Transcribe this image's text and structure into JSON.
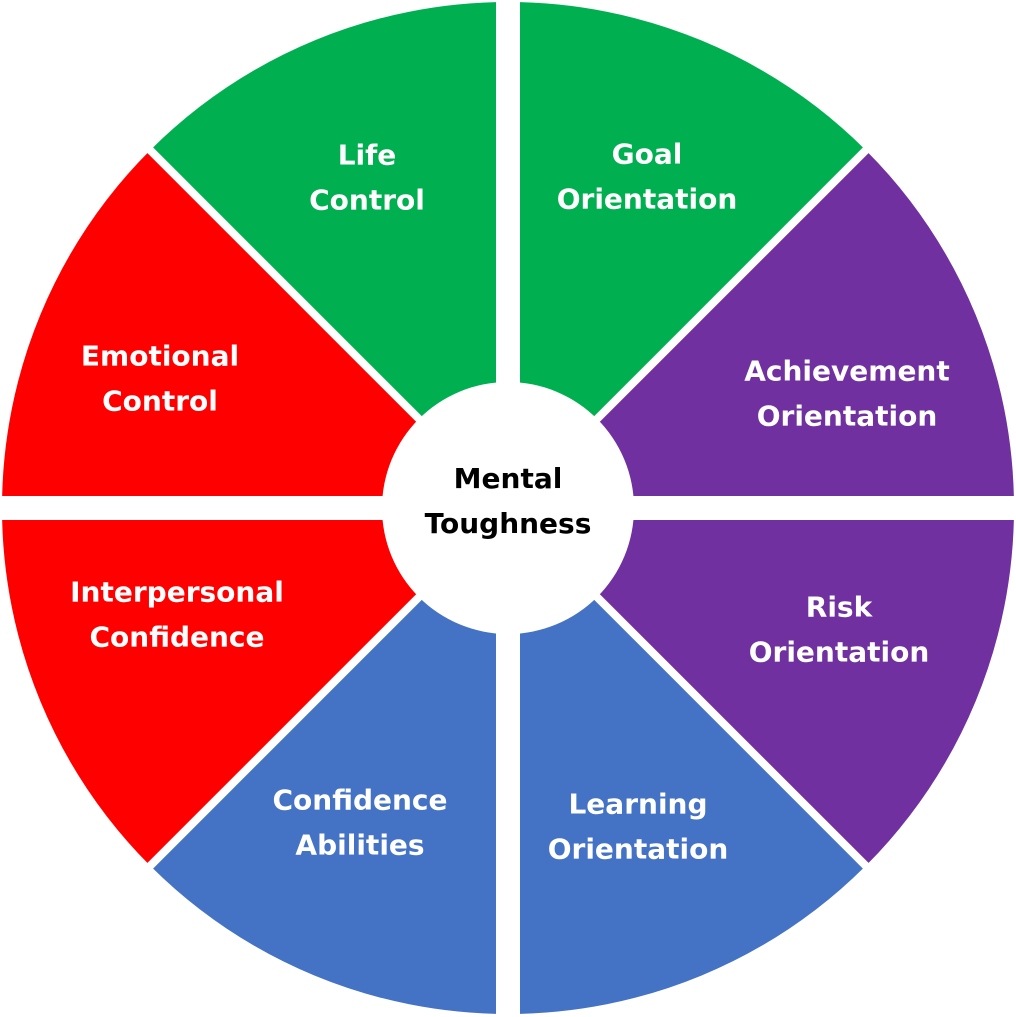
{
  "center": {
    "line1": "Mental",
    "line2": "Toughness"
  },
  "colors": {
    "control": "#00b050",
    "orientation_goal": "#7030a0",
    "orientation_risk": "#4472c4",
    "confidence": "#ff0000",
    "center_fill": "#ffffff",
    "background": "#ffffff"
  },
  "segments": [
    {
      "id": "life-control",
      "color_key": "control",
      "lines": [
        "Life",
        "Control"
      ]
    },
    {
      "id": "goal-orientation",
      "color_key": "orientation_goal",
      "lines": [
        "Goal",
        "Orientation"
      ]
    },
    {
      "id": "achievement-orientation",
      "color_key": "orientation_goal",
      "lines": [
        "Achievement",
        "Orientation"
      ]
    },
    {
      "id": "risk-orientation",
      "color_key": "orientation_risk",
      "lines": [
        "Risk",
        "Orientation"
      ]
    },
    {
      "id": "learning-orientation",
      "color_key": "orientation_risk",
      "lines": [
        "Learning",
        "Orientation"
      ]
    },
    {
      "id": "confidence-abilities",
      "color_key": "confidence",
      "lines": [
        "Confidence",
        "Abilities"
      ]
    },
    {
      "id": "interpersonal-confidence",
      "color_key": "confidence",
      "lines": [
        "Interpersonal",
        "Confidence"
      ]
    },
    {
      "id": "emotional-control",
      "color_key": "control",
      "lines": [
        "Emotional",
        "Control"
      ]
    }
  ]
}
